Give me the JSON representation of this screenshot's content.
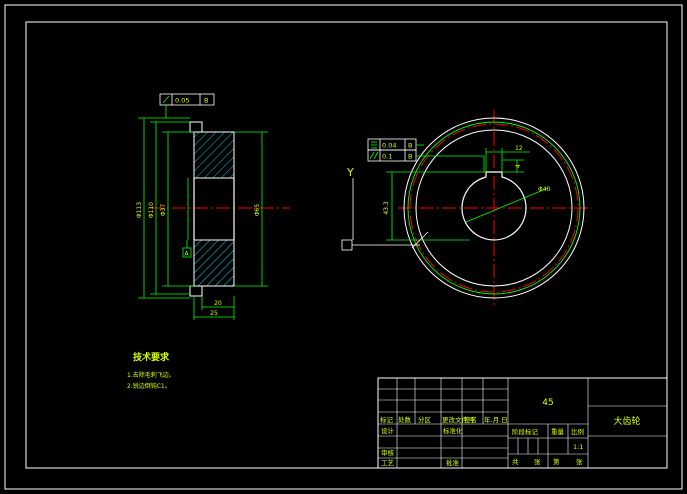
{
  "colors": {
    "frame": "#ffffff",
    "dimension": "#00ff00",
    "center": "#ff0000",
    "hatch": "#00e5ff",
    "text": "#d8ff00"
  },
  "side_view": {
    "geom_tol_value": "0.05",
    "geom_tol_datum": "B",
    "datum_label": "A",
    "dim_outer_dia": "Φ113",
    "dim_mid_dia": "Φ110",
    "dim_bore_dia": "Φ37",
    "dim_hub_dia": "Φ65",
    "dim_bottom_inner": "20",
    "dim_bottom_outer": "25"
  },
  "front_view": {
    "tol_1_value": "0.04",
    "tol_1_datum": "B",
    "tol_2_value": "0.1",
    "tol_2_datum": "B",
    "dim_keyway_width": "12",
    "dim_keyway_depth": "4",
    "dim_bore_label": "Φ40",
    "dim_vertical": "43.3",
    "roughness_symbol": "Y"
  },
  "notes": {
    "title": "技术要求",
    "items": [
      "1.去除毛刺飞边。",
      "2.锐边倒钝C1。"
    ]
  },
  "title_block": {
    "material": "45",
    "part_name": "大齿轮",
    "row_labels": [
      "标记",
      "处数",
      "分区",
      "更改文件号",
      "签名",
      "年.月.日"
    ],
    "design_label": "设计",
    "standard_label": "标准化",
    "review_label": "审核",
    "process_label": "工艺",
    "approve_label": "批准",
    "stage_label": "阶段标记",
    "weight_label": "重量",
    "scale_label": "比例",
    "scale_value": "1:1",
    "sheets_label": "共",
    "sheet_unit": "张",
    "page_label": "第",
    "page_unit": "张"
  }
}
